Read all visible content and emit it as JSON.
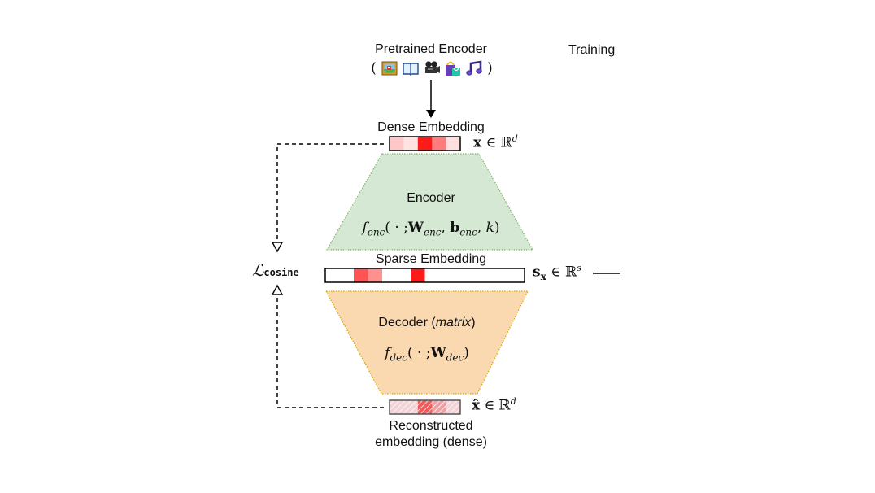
{
  "title_label": "Training",
  "encoder_source": {
    "label": "Pretrained Encoder",
    "open_paren": "(",
    "close_paren": ")",
    "icons": [
      "image-icon",
      "book-icon",
      "video-camera-icon",
      "shopping-bag-icon",
      "music-note-icon"
    ]
  },
  "dense_embedding": {
    "label": "Dense Embedding",
    "math_lhs": "x",
    "math_rel": "∈",
    "math_set": "ℝ",
    "math_sup": "d",
    "cells": [
      "#ffc7c7",
      "#ffe3e3",
      "#ff1a1a",
      "#ff7c7c",
      "#ffe0e0"
    ]
  },
  "encoder": {
    "label": "Encoder",
    "fill": "#d5e8d4",
    "stroke": "#82b366",
    "formula": {
      "f": "f",
      "f_sub": "enc",
      "args_open": "(",
      "dot": "·",
      "semi": ";",
      "W": "W",
      "W_sub": "enc",
      "comma1": ",",
      "b": "b",
      "b_sub": "enc",
      "comma2": ",",
      "k": "k",
      "args_close": ")"
    }
  },
  "sparse_embedding": {
    "label": "Sparse Embedding",
    "math_lhs": "s",
    "math_lhs_sub": "x",
    "math_rel": "∈",
    "math_set": "ℝ",
    "math_sup": "s",
    "cells": [
      "#ffffff",
      "#ffffff",
      "#ff5454",
      "#ff9090",
      "#ffffff",
      "#ffffff",
      "#ff1a1a",
      "#ffffff",
      "#ffffff",
      "#ffffff",
      "#ffffff",
      "#ffffff",
      "#ffffff",
      "#ffffff"
    ]
  },
  "decoder": {
    "label": "Decoder",
    "label_italic": "matrix",
    "fill": "#fad9b0",
    "stroke": "#d6a700",
    "formula": {
      "f": "f",
      "f_sub": "dec",
      "args_open": "(",
      "dot": "·",
      "semi": ";",
      "W": "W",
      "W_sub": "dec",
      "args_close": ")"
    }
  },
  "reconstructed_embedding": {
    "label_line1": "Reconstructed",
    "label_line2": "embedding (dense)",
    "math_lhs": "x̂",
    "math_rel": "∈",
    "math_set": "ℝ",
    "math_sup": "d",
    "cells": [
      "#f2d4d8",
      "#f2d4d8",
      "#f05a5a",
      "#f0a0a4",
      "#f2d4d8"
    ]
  },
  "loss": {
    "symbol": "ℒ",
    "subscript": "cosine"
  }
}
